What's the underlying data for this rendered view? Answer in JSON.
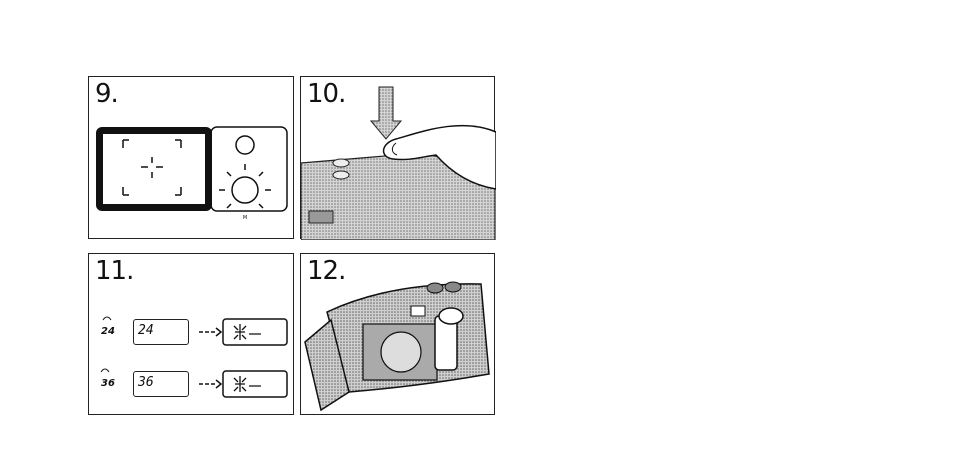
{
  "panels": [
    {
      "number": "9."
    },
    {
      "number": "10."
    },
    {
      "number": "11.",
      "rows": [
        {
          "film": "24",
          "display": "24"
        },
        {
          "film": "36",
          "display": "36"
        }
      ]
    },
    {
      "number": "12."
    }
  ],
  "icons": [
    "viewfinder-icon",
    "press-arrow-icon",
    "blink-icon",
    "camera-open-icon"
  ],
  "colors": {
    "ink": "#111111",
    "hatch": "#9a9a9a"
  }
}
